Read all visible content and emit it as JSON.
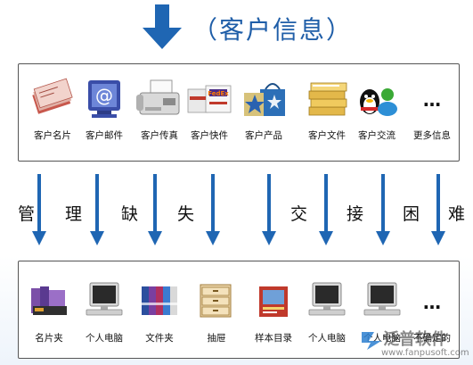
{
  "header": {
    "title": "（客户信息）"
  },
  "top_items": [
    {
      "label": "客户名片",
      "icon": "business-cards-icon"
    },
    {
      "label": "客户邮件",
      "icon": "email-monitor-icon"
    },
    {
      "label": "客户传真",
      "icon": "fax-machine-icon"
    },
    {
      "label": "客户快件",
      "icon": "fedex-package-icon"
    },
    {
      "label": "客户产品",
      "icon": "shopping-bag-icon"
    },
    {
      "label": "客户文件",
      "icon": "file-stack-icon"
    },
    {
      "label": "客户交流",
      "icon": "chat-penguin-icon"
    },
    {
      "label": "更多信息",
      "icon": "more-dots-icon"
    }
  ],
  "ellipsis": "…",
  "middle_chars": [
    "管",
    "理",
    "缺",
    "失",
    "交",
    "接",
    "困",
    "难"
  ],
  "bottom_items": [
    {
      "label": "名片夹",
      "icon": "card-holder-icon"
    },
    {
      "label": "个人电脑",
      "icon": "computer-icon"
    },
    {
      "label": "文件夹",
      "icon": "binders-icon"
    },
    {
      "label": "抽屉",
      "icon": "drawer-icon"
    },
    {
      "label": "样本目录",
      "icon": "catalog-book-icon"
    },
    {
      "label": "个人电脑",
      "icon": "computer-icon"
    },
    {
      "label": "个人电脑",
      "icon": "computer-icon"
    },
    {
      "label": "不确定的",
      "icon": "more-dots-icon"
    }
  ],
  "watermark": {
    "brand": "泛普软件",
    "url": "www.fanpusoft.com"
  },
  "colors": {
    "arrow": "#1f66b3",
    "title": "#1f5ea8"
  }
}
